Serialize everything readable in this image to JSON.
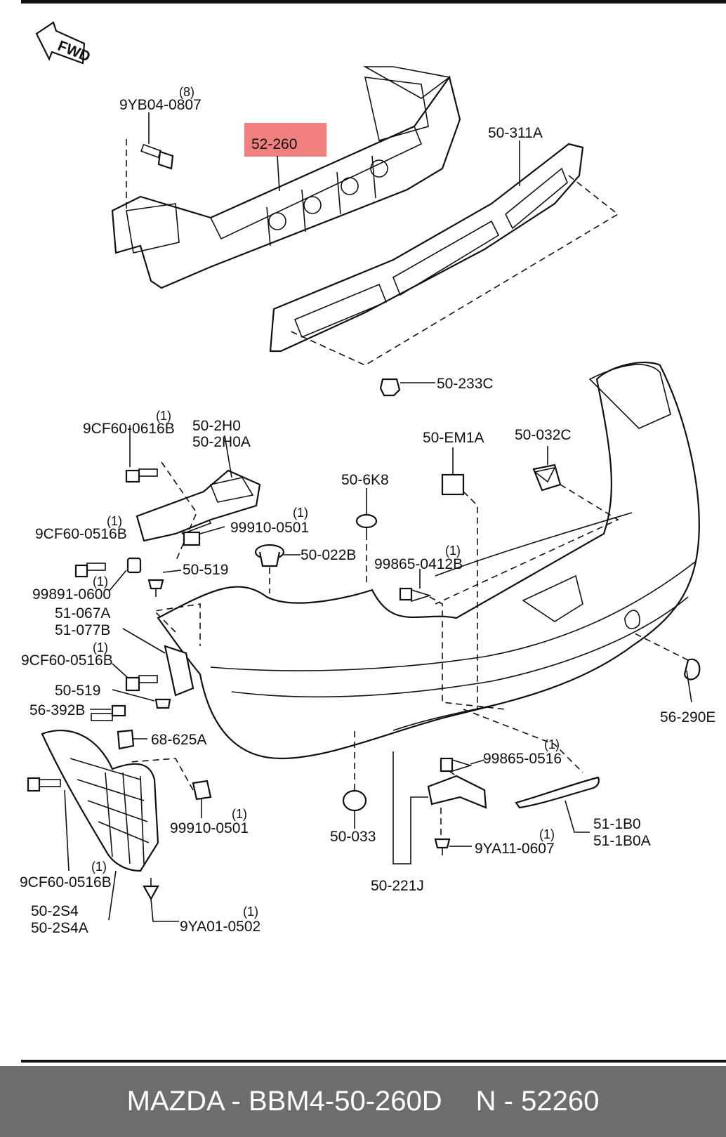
{
  "direction_label": "FWD",
  "highlight_color": "#f08080",
  "callouts": {
    "c_9yb04": {
      "code": "9YB04-0807",
      "qty": "(8)"
    },
    "c_52260": {
      "code": "52-260"
    },
    "c_50311a": {
      "code": "50-311A"
    },
    "c_50233c": {
      "code": "50-233C"
    },
    "c_9cf60_0616": {
      "code": "9CF60-0616B",
      "qty": "(1)"
    },
    "c_502h0": {
      "code": "50-2H0",
      "code2": "50-2H0A"
    },
    "c_50em1a": {
      "code": "50-EM1A"
    },
    "c_50032c": {
      "code": "50-032C"
    },
    "c_506k8": {
      "code": "50-6K8"
    },
    "c_99910_a": {
      "code": "99910-0501",
      "qty": "(1)"
    },
    "c_9cf60_0516_a": {
      "code": "9CF60-0516B",
      "qty": "(1)"
    },
    "c_50022b": {
      "code": "50-022B"
    },
    "c_99865_0412": {
      "code": "99865-0412B",
      "qty": "(1)"
    },
    "c_50519_a": {
      "code": "50-519"
    },
    "c_99891": {
      "code": "99891-0600",
      "qty": "(1)"
    },
    "c_51067a": {
      "code": "51-067A",
      "code2": "51-077B"
    },
    "c_9cf60_0516_b": {
      "code": "9CF60-0516B",
      "qty": "(1)"
    },
    "c_50519_b": {
      "code": "50-519"
    },
    "c_56392b": {
      "code": "56-392B"
    },
    "c_68625a": {
      "code": "68-625A"
    },
    "c_56290e": {
      "code": "56-290E"
    },
    "c_99865_0516": {
      "code": "99865-0516",
      "qty": "(1)"
    },
    "c_99910_b": {
      "code": "99910-0501",
      "qty": "(1)"
    },
    "c_50033": {
      "code": "50-033"
    },
    "c_511b0": {
      "code": "51-1B0",
      "code2": "51-1B0A"
    },
    "c_9ya11": {
      "code": "9YA11-0607",
      "qty": "(1)"
    },
    "c_9cf60_0516_c": {
      "code": "9CF60-0516B",
      "qty": "(1)"
    },
    "c_502s4": {
      "code": "50-2S4",
      "code2": "50-2S4A"
    },
    "c_50221j": {
      "code": "50-221J"
    },
    "c_9ya01": {
      "code": "9YA01-0502",
      "qty": "(1)"
    }
  },
  "footer": {
    "brand_part": "MAZDA - BBM4-50-260D",
    "ref_number": "N - 52260"
  }
}
